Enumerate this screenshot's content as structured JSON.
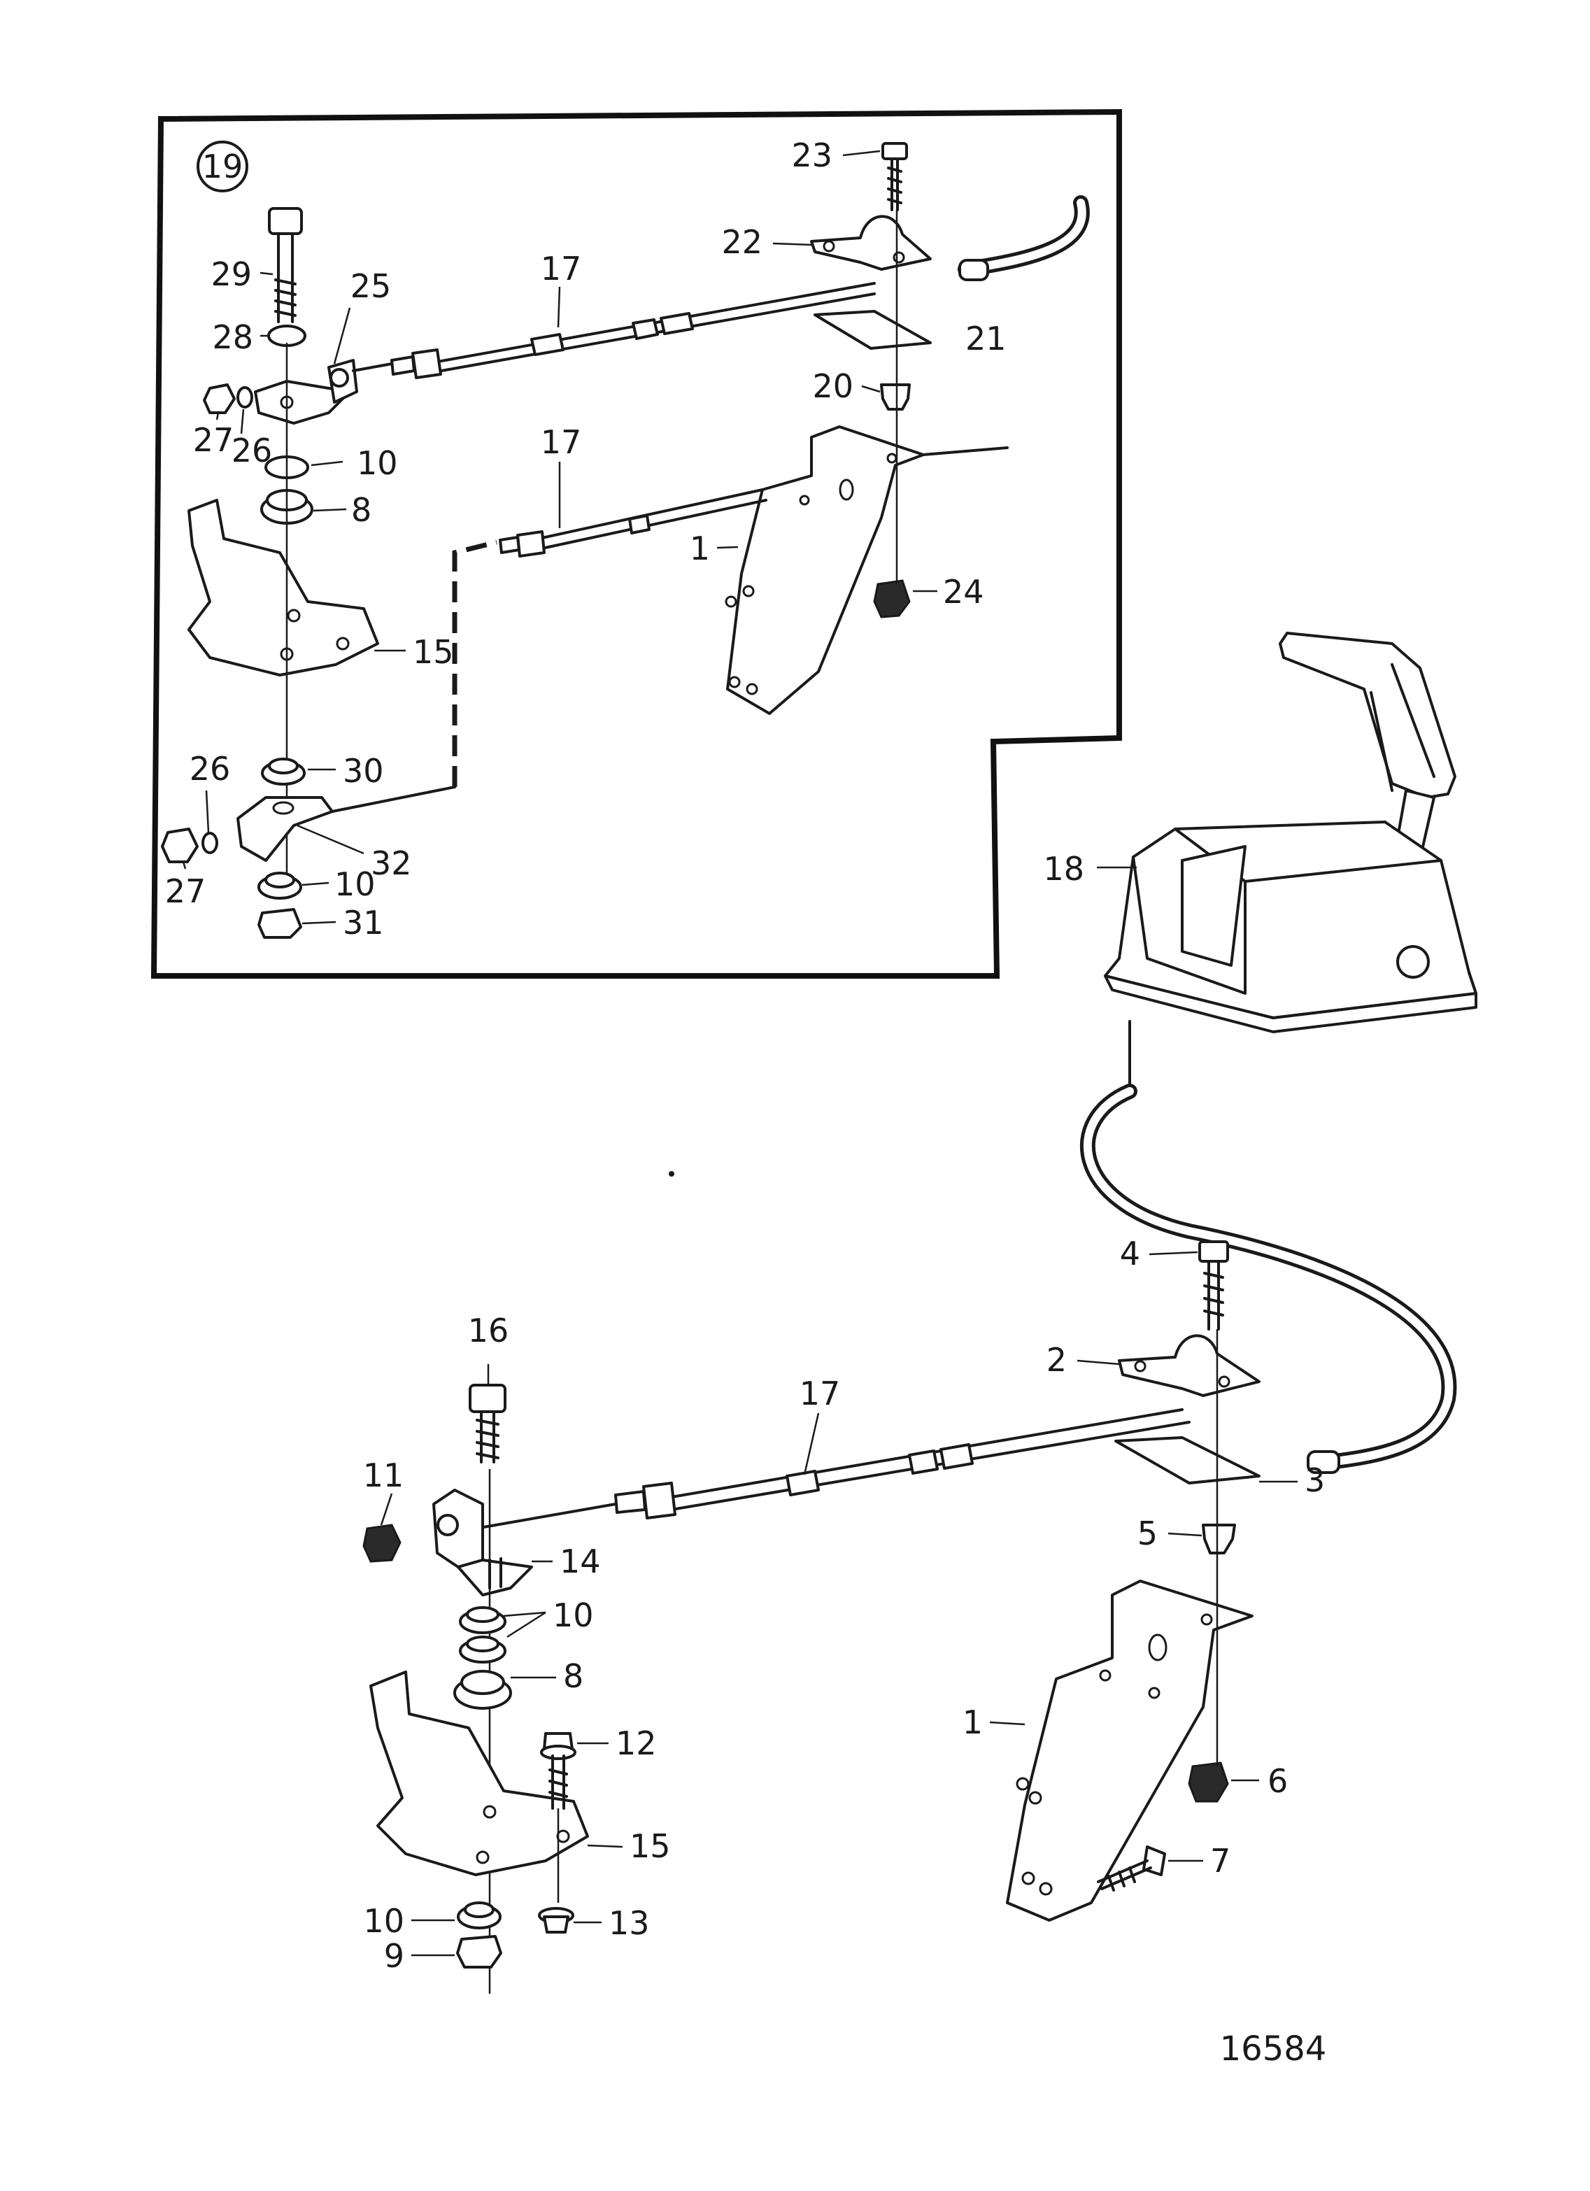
{
  "diagram": {
    "drawing_number": "16584",
    "inset_badge": "19",
    "callouts": [
      {
        "id": "c-23",
        "text": "23"
      },
      {
        "id": "c-22",
        "text": "22"
      },
      {
        "id": "c-17a",
        "text": "17"
      },
      {
        "id": "c-21",
        "text": "21"
      },
      {
        "id": "c-29",
        "text": "29"
      },
      {
        "id": "c-25",
        "text": "25"
      },
      {
        "id": "c-28",
        "text": "28"
      },
      {
        "id": "c-20",
        "text": "20"
      },
      {
        "id": "c-27a",
        "text": "27"
      },
      {
        "id": "c-26a",
        "text": "26"
      },
      {
        "id": "c-10a",
        "text": "10"
      },
      {
        "id": "c-17b",
        "text": "17"
      },
      {
        "id": "c-8a",
        "text": "8"
      },
      {
        "id": "c-1a",
        "text": "1"
      },
      {
        "id": "c-24",
        "text": "24"
      },
      {
        "id": "c-15a",
        "text": "15"
      },
      {
        "id": "c-30",
        "text": "30"
      },
      {
        "id": "c-26b",
        "text": "26"
      },
      {
        "id": "c-32",
        "text": "32"
      },
      {
        "id": "c-27b",
        "text": "27"
      },
      {
        "id": "c-10b",
        "text": "10"
      },
      {
        "id": "c-31",
        "text": "31"
      },
      {
        "id": "c-18",
        "text": "18"
      },
      {
        "id": "c-4",
        "text": "4"
      },
      {
        "id": "c-16",
        "text": "16"
      },
      {
        "id": "c-2",
        "text": "2"
      },
      {
        "id": "c-17c",
        "text": "17"
      },
      {
        "id": "c-11",
        "text": "11"
      },
      {
        "id": "c-3",
        "text": "3"
      },
      {
        "id": "c-5",
        "text": "5"
      },
      {
        "id": "c-14",
        "text": "14"
      },
      {
        "id": "c-10c",
        "text": "10"
      },
      {
        "id": "c-8b",
        "text": "8"
      },
      {
        "id": "c-12",
        "text": "12"
      },
      {
        "id": "c-1b",
        "text": "1"
      },
      {
        "id": "c-6",
        "text": "6"
      },
      {
        "id": "c-15b",
        "text": "15"
      },
      {
        "id": "c-7",
        "text": "7"
      },
      {
        "id": "c-10d",
        "text": "10"
      },
      {
        "id": "c-13",
        "text": "13"
      },
      {
        "id": "c-9",
        "text": "9"
      }
    ]
  }
}
